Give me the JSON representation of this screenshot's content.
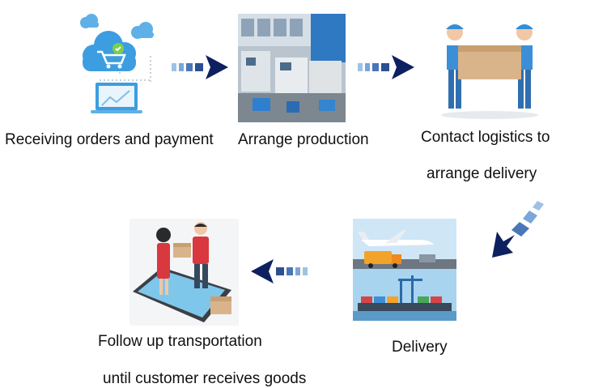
{
  "steps": [
    {
      "label": "Receiving orders and payment",
      "icon": "cloud-shopping-laptop-icon"
    },
    {
      "label": "Arrange production",
      "icon": "factory-machines-photo"
    },
    {
      "label_line1": "Contact logistics to",
      "label_line2": "arrange delivery",
      "icon": "workers-carrying-box-icon"
    },
    {
      "label": "Delivery",
      "icon": "plane-truck-ship-transport-icon"
    },
    {
      "label_line1": "Follow up transportation",
      "label_line2": "until customer receives goods",
      "icon": "phone-courier-handover-icon"
    }
  ],
  "colors": {
    "arrow_dark": "#0d2060",
    "arrow_mid": "#4a77b8",
    "arrow_light": "#9ec2e6"
  }
}
